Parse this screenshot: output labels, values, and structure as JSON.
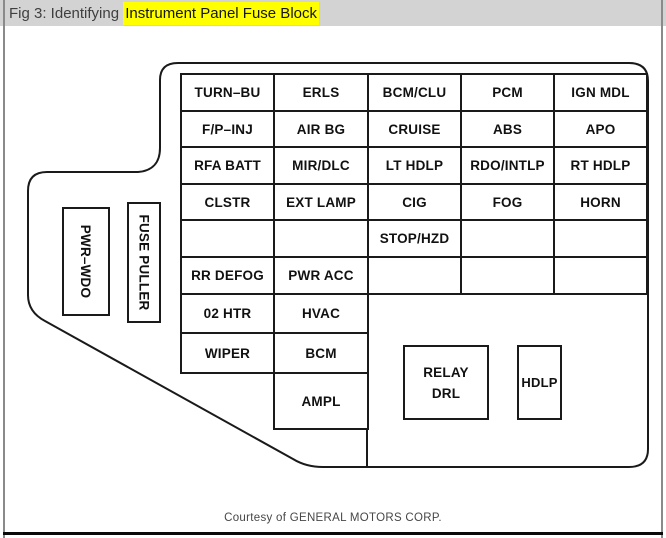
{
  "window": {
    "title_prefix": "Fig 3: Identifying ",
    "title_highlight": "Instrument Panel Fuse Block"
  },
  "colors": {
    "highlight": "#ffff00",
    "titlebar_bg": "#d3d3d3",
    "diagram_line": "#1a1a1a"
  },
  "fuse_block": {
    "grid_rows": [
      [
        "TURN–BU",
        "ERLS",
        "BCM/CLU",
        "PCM",
        "IGN MDL"
      ],
      [
        "F/P–INJ",
        "AIR BG",
        "CRUISE",
        "ABS",
        "APO"
      ],
      [
        "RFA BATT",
        "MIR/DLC",
        "LT HDLP",
        "RDO/INTLP",
        "RT HDLP"
      ],
      [
        "CLSTR",
        "EXT LAMP",
        "CIG",
        "FOG",
        "HORN"
      ],
      [
        "",
        "",
        "STOP/HZD",
        "",
        ""
      ],
      [
        "RR DEFOG",
        "PWR ACC",
        "",
        "",
        ""
      ]
    ],
    "lower_rows": [
      [
        "02 HTR",
        "HVAC"
      ],
      [
        "WIPER",
        "BCM"
      ]
    ],
    "ampl_label": "AMPL",
    "side_labels": {
      "pwr_wdo": "PWR–WDO",
      "fuse_puller": "FUSE PULLER"
    },
    "relay_drl": {
      "line1": "RELAY",
      "line2": "DRL"
    },
    "hdlp_label": "HDLP"
  },
  "footer": {
    "credit": "Courtesy of GENERAL MOTORS CORP."
  }
}
